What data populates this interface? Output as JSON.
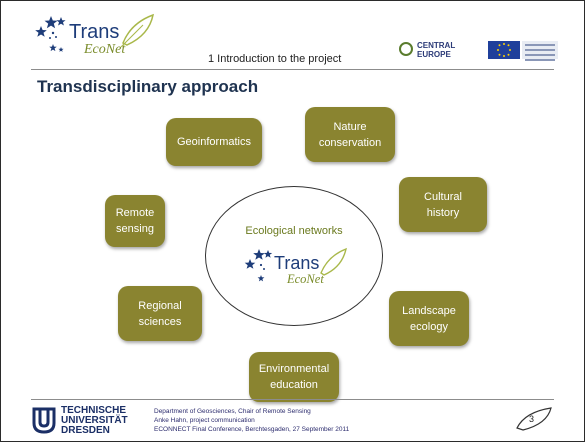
{
  "header": {
    "section": "1 Introduction to the project",
    "central_europe": [
      "CENTRAL",
      "EUROPE"
    ]
  },
  "logo": {
    "word1": "Trans",
    "word2": "EcoNet"
  },
  "title": "Transdisciplinary approach",
  "center": {
    "label": "Ecological networks"
  },
  "topics": [
    "Geoinformatics",
    "Nature\nconservation",
    "Cultural\nhistory",
    "Remote\nsensing",
    "Regional\nsciences",
    "Landscape\necology",
    "Environmental\neducation"
  ],
  "footer": {
    "university": [
      "TECHNISCHE",
      "UNIVERSITÄT",
      "DRESDEN"
    ],
    "lines": [
      "Department of Geosciences, Chair of Remote Sensing",
      "Anke Hahn, project communication",
      "ECONNECT Final Conference, Berchtesgaden, 27 September 2011"
    ],
    "page": "3"
  },
  "colors": {
    "box": "#8a8430",
    "title": "#1f3350",
    "logo_blue": "#1e3d7a",
    "logo_green": "#7a8c2a"
  }
}
